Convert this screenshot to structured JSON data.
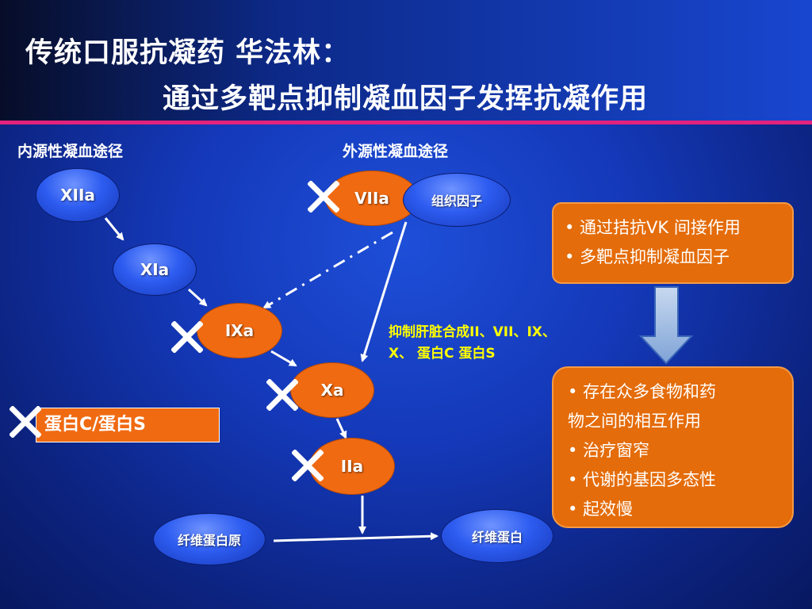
{
  "header": {
    "title_line1": "传统口服抗凝药 华法林：",
    "title_line2": "通过多靶点抑制凝血因子发挥抗凝作用"
  },
  "pathways": {
    "intrinsic_label": "内源性凝血途径",
    "extrinsic_label": "外源性凝血途径"
  },
  "nodes": {
    "xiia": "XIIa",
    "xia": "XIa",
    "viia": "VIIa",
    "tissue_factor": "组织因子",
    "ixa": "IXa",
    "xa": "Xa",
    "iia": "IIa",
    "fibrinogen": "纤维蛋白原",
    "fibrin": "纤维蛋白"
  },
  "protein_box": "蛋白C/蛋白S",
  "inhibit_note_line1": "抑制肝脏合成II、VII、IX、",
  "inhibit_note_line2": "X、 蛋白C 蛋白S",
  "mechanism_box": {
    "items": [
      "• 通过拮抗VK 间接作用",
      "• 多靶点抑制凝血因子"
    ]
  },
  "drawback_box": {
    "items": [
      "• 存在众多食物和药",
      "物之间的相互作用",
      "• 治疗窗窄",
      "• 代谢的基因多态性",
      "• 起效慢"
    ]
  },
  "colors": {
    "accent_pink": "#e2237d",
    "orange": "#f06a12",
    "note_yellow": "#ffff00"
  }
}
